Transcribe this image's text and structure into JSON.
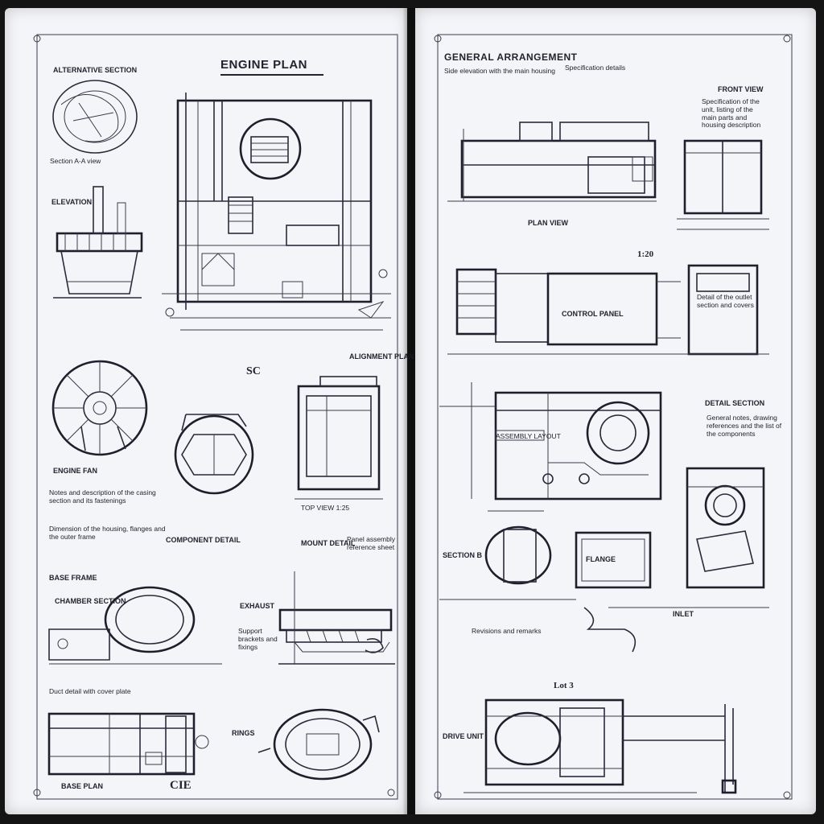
{
  "left_page": {
    "title": "ENGINE PLAN",
    "corner_label": "ALTERNATIVE SECTION",
    "labels": [
      "Section A-A view",
      "ELEVATION",
      "ENGINE FAN",
      "SC",
      "ALIGNMENT PLAN",
      "TOP VIEW 1:25",
      "COMPONENT DETAIL",
      "BASE FRAME",
      "CHAMBER SECTION",
      "EXHAUST",
      "MOUNT DETAIL",
      "BASE PLAN",
      "RINGS",
      "CIE"
    ],
    "notes": [
      "Notes and description of the casing section and its fastenings",
      "Dimension of the housing, flanges and the outer frame",
      "Panel assembly reference sheet",
      "Support brackets and fixings",
      "Duct detail with cover plate"
    ]
  },
  "right_page": {
    "title": "GENERAL ARRANGEMENT",
    "labels": [
      "Side elevation with the main housing",
      "Specification details",
      "FRONT VIEW",
      "PLAN VIEW",
      "1:20",
      "CONTROL PANEL",
      "DETAIL SECTION",
      "ASSEMBLY LAYOUT",
      "SECTION B",
      "FLANGE",
      "INLET",
      "DRIVE UNIT",
      "Lot 3"
    ],
    "notes": [
      "Specification of the unit, listing of the main parts and housing description",
      "Detail of the outlet section and covers",
      "General notes, drawing references and the list of the components",
      "Revisions and remarks"
    ]
  }
}
